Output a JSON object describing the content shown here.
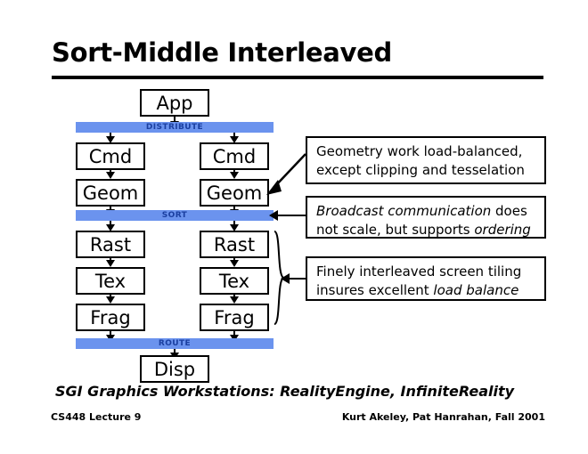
{
  "slide": {
    "title": "Sort-Middle Interleaved",
    "caption": "SGI Graphics Workstations: RealityEngine, InfiniteReality",
    "footer_left": "CS448 Lecture 9",
    "footer_right": "Kurt Akeley, Pat Hanrahan, Fall 2001"
  },
  "colors": {
    "stage_bar_fill": "#6b93ee",
    "stage_bar_text": "#1b3fa0",
    "outline": "#000000",
    "background": "#ffffff"
  },
  "diagram": {
    "type": "pipeline-flow",
    "nodes": {
      "app": "App",
      "cmd_left": "Cmd",
      "cmd_right": "Cmd",
      "geom_left": "Geom",
      "geom_right": "Geom",
      "rast_left": "Rast",
      "rast_right": "Rast",
      "tex_left": "Tex",
      "tex_right": "Tex",
      "frag_left": "Frag",
      "frag_right": "Frag",
      "disp": "Disp"
    },
    "stage_bars": {
      "distribute": "DISTRIBUTE",
      "sort": "SORT",
      "route": "ROUTE"
    }
  },
  "callouts": [
    {
      "id": "geometry-load-balance",
      "line1": "Geometry work load-balanced,",
      "line2": "except clipping and tesselation"
    },
    {
      "id": "broadcast-communication",
      "line2_prefix": "not scale, but supports ",
      "emphasis1": "Broadcast communication",
      "line1_suffix": " does",
      "emphasis2": "ordering"
    },
    {
      "id": "screen-tiling",
      "line1": "Finely interleaved screen tiling",
      "line2_prefix": "insures excellent ",
      "emphasis": "load balance"
    }
  ]
}
